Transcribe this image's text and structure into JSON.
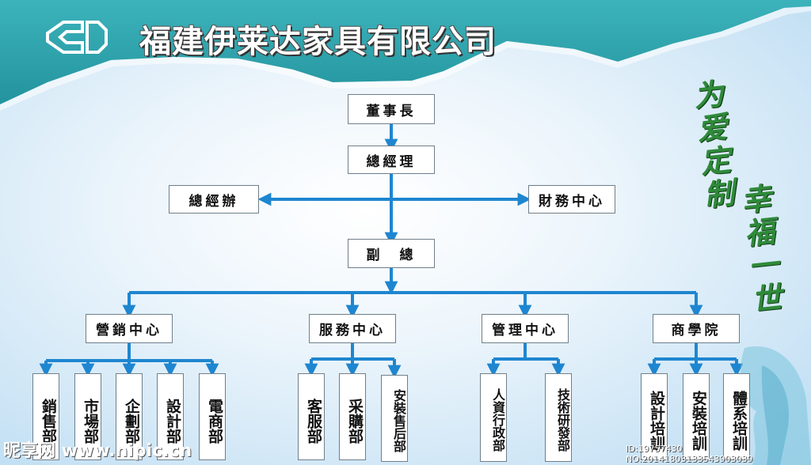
{
  "header": {
    "company_name": "福建伊莱达家具有限公司",
    "logo_icon": "hexagon-bracket-icon"
  },
  "org": {
    "chairman": "董事長",
    "general_manager": "總經理",
    "gm_office": "總經辦",
    "finance_center": "財務中心",
    "deputy_gm": "副　總",
    "centers": [
      {
        "label": "營銷中心",
        "depts": [
          "銷售部",
          "市場部",
          "企劃部",
          "設計部",
          "電商部"
        ]
      },
      {
        "label": "服務中心",
        "depts": [
          "客服部",
          "采購部",
          "安裝售后部"
        ]
      },
      {
        "label": "管理中心",
        "depts": [
          "人資行政部",
          "技術研發部"
        ]
      },
      {
        "label": "商學院",
        "depts": [
          "設計培訓",
          "安裝培訓",
          "體系培訓"
        ]
      }
    ]
  },
  "slogans": [
    "为爱定制",
    "幸福一世"
  ],
  "watermark": {
    "left": "昵享网 www.nipic.cn",
    "right": "ID:19757430 NO:20141803133543903039"
  },
  "colors": {
    "teal": "#2a9ca5",
    "connector": "#1e86d0",
    "slogan": "#2f8a3a"
  }
}
